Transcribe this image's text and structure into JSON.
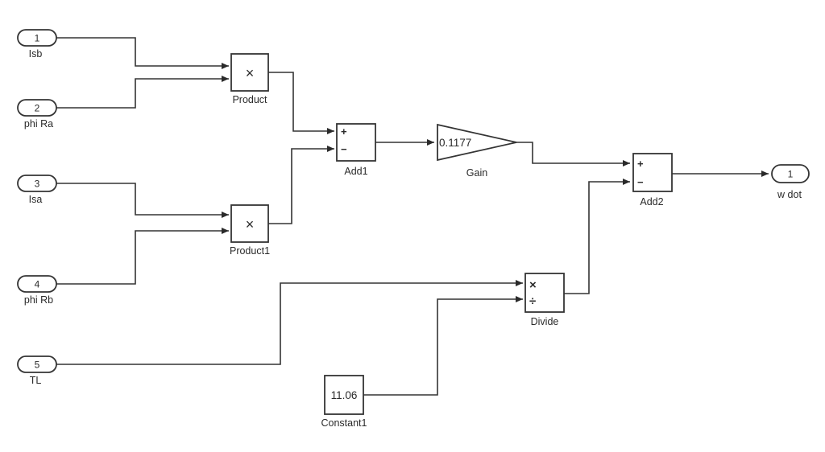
{
  "diagram": {
    "colors": {
      "background": "#ffffff",
      "line": "#343434",
      "text": "#2a2a2a",
      "block_fill": "#ffffff"
    },
    "inports": [
      {
        "number": "1",
        "label": "Isb"
      },
      {
        "number": "2",
        "label": "phi Ra"
      },
      {
        "number": "3",
        "label": "Isa"
      },
      {
        "number": "4",
        "label": "phi Rb"
      },
      {
        "number": "5",
        "label": "TL"
      }
    ],
    "outports": [
      {
        "number": "1",
        "label": "w dot"
      }
    ],
    "blocks": {
      "product": {
        "label": "Product",
        "symbol": "×"
      },
      "product1": {
        "label": "Product1",
        "symbol": "×"
      },
      "add1": {
        "label": "Add1",
        "plus": "+",
        "minus": "−"
      },
      "add2": {
        "label": "Add2",
        "plus": "+",
        "minus": "−"
      },
      "gain": {
        "label": "Gain",
        "value": "0.1177"
      },
      "divide": {
        "label": "Divide",
        "multiply_symbol": "×",
        "divide_symbol": "÷"
      },
      "constant1": {
        "label": "Constant1",
        "value": "11.06"
      }
    }
  }
}
